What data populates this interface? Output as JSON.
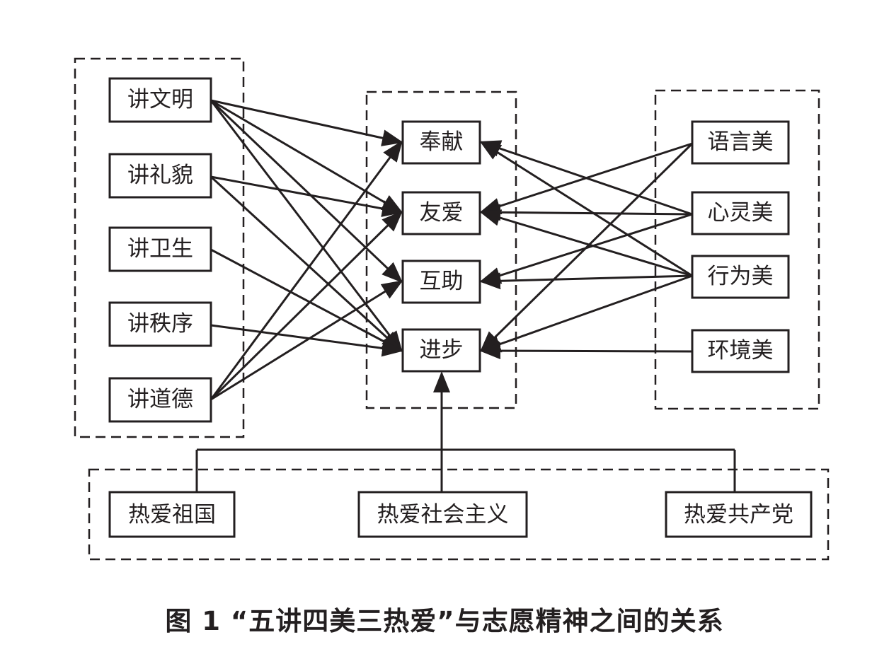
{
  "caption": "图 1 “五讲四美三热爱”与志愿精神之间的关系",
  "colors": {
    "ink": "#231f20",
    "background": "#ffffff"
  },
  "groups": {
    "wujiang": [
      "讲文明",
      "讲礼貌",
      "讲卫生",
      "讲秩序",
      "讲道德"
    ],
    "center": [
      "奉献",
      "友爱",
      "互助",
      "进步"
    ],
    "simei": [
      "语言美",
      "心灵美",
      "行为美",
      "环境美"
    ],
    "sanreai": [
      "热爱祖国",
      "热爱社会主义",
      "热爱共产党"
    ]
  }
}
